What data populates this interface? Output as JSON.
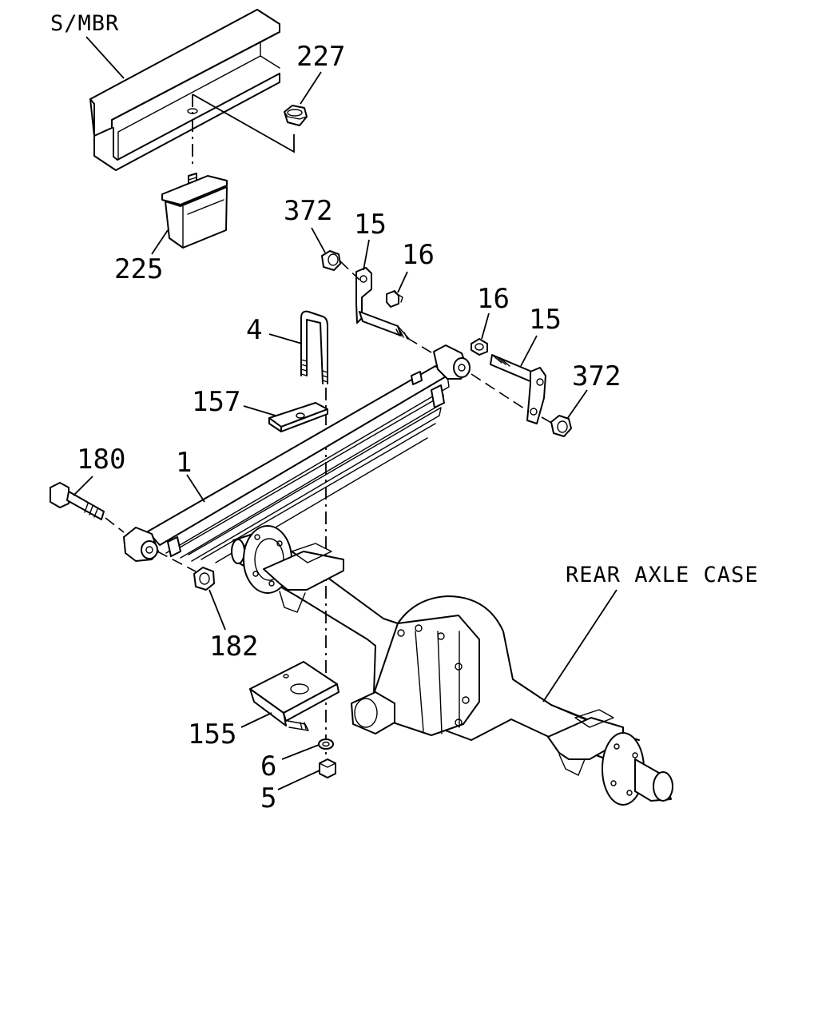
{
  "labels": {
    "smbr": "S/MBR",
    "p227": "227",
    "p225": "225",
    "p372a": "372",
    "p15a": "15",
    "p16a": "16",
    "p16b": "16",
    "p15b": "15",
    "p372b": "372",
    "p4": "4",
    "p157": "157",
    "p180": "180",
    "p1": "1",
    "p182": "182",
    "p155": "155",
    "p6": "6",
    "p5": "5",
    "rear_axle_case": "REAR AXLE CASE"
  }
}
